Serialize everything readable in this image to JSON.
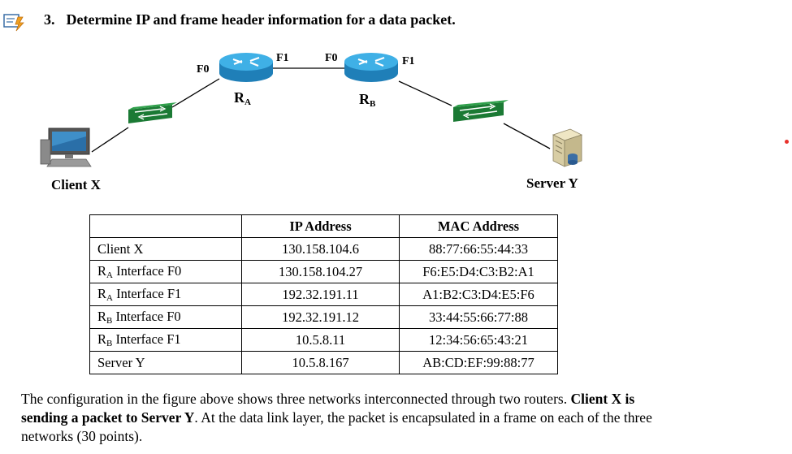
{
  "question": {
    "number": "3.",
    "title": "Determine IP and frame header information for a data packet."
  },
  "diagram": {
    "router_a": {
      "name": "R",
      "sub": "A",
      "port_left": "F0",
      "port_right": "F1"
    },
    "router_b": {
      "name": "R",
      "sub": "B",
      "port_left": "F0",
      "port_right": "F1"
    },
    "client": "Client X",
    "server": "Server Y"
  },
  "table": {
    "headers": [
      "",
      "IP Address",
      "MAC Address"
    ],
    "rows": [
      {
        "device": "Client X",
        "ip": "130.158.104.6",
        "mac": "88:77:66:55:44:33"
      },
      {
        "device": "R",
        "sub": "A",
        "suffix": " Interface F0",
        "ip": "130.158.104.27",
        "mac": "F6:E5:D4:C3:B2:A1"
      },
      {
        "device": "R",
        "sub": "A",
        "suffix": " Interface F1",
        "ip": "192.32.191.11",
        "mac": "A1:B2:C3:D4:E5:F6"
      },
      {
        "device": "R",
        "sub": "B",
        "suffix": " Interface F0",
        "ip": "192.32.191.12",
        "mac": "33:44:55:66:77:88"
      },
      {
        "device": "R",
        "sub": "B",
        "suffix": " Interface F1",
        "ip": "10.5.8.11",
        "mac": "12:34:56:65:43:21"
      },
      {
        "device": "Server Y",
        "ip": "10.5.8.167",
        "mac": "AB:CD:EF:99:88:77"
      }
    ]
  },
  "description": {
    "line1": "The configuration in the figure above shows three networks interconnected through two routers.",
    "bold": "Client X is sending a packet to Server Y",
    "rest": ". At the data link layer, the packet is encapsulated in a frame on each of the three networks (30 points)."
  },
  "colors": {
    "router": "#2ea0d8",
    "switch": "#1f8a3a",
    "marker": "#e8312b"
  }
}
